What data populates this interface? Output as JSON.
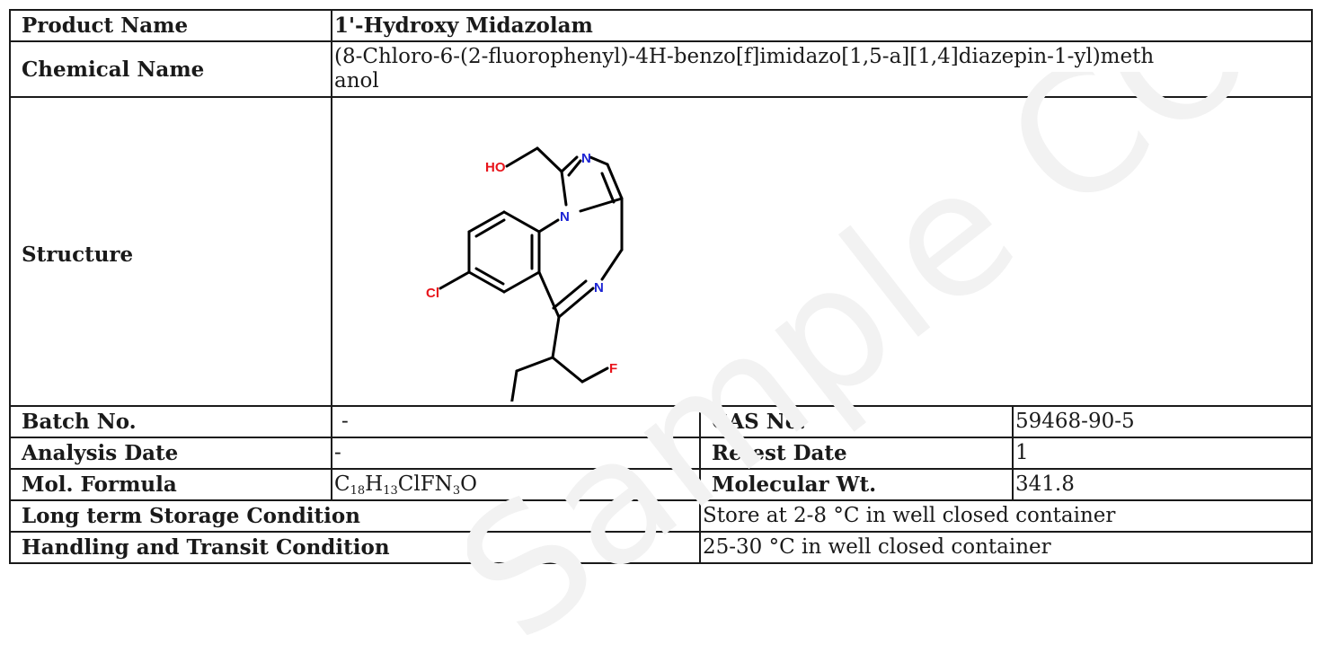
{
  "product": {
    "label": "Product Name",
    "value": "1'-Hydroxy Midazolam"
  },
  "chemical": {
    "label": "Chemical Name",
    "value": "(8-Chloro-6-(2-fluorophenyl)-4H-benzo[f]imidazo[1,5-a][1,4]diazepin-1-yl)methanol"
  },
  "structure": {
    "label": "Structure",
    "atoms": {
      "ho": "HO",
      "n1": "N",
      "n2": "N",
      "n3": "N",
      "cl": "Cl",
      "f": "F"
    },
    "colors": {
      "oxygen": "#e8141b",
      "nitrogen": "#1c24d4",
      "halogen_cl": "#e8141b",
      "halogen_f": "#e8141b",
      "bond": "#000000"
    }
  },
  "batch": {
    "label": "Batch No.",
    "value": "-"
  },
  "cas": {
    "label": "CAS No.",
    "value": "59468-90-5"
  },
  "analysis_date": {
    "label": "Analysis Date",
    "value": "-"
  },
  "retest_date": {
    "label": "Retest Date",
    "value": "1"
  },
  "formula": {
    "label": "Mol. Formula",
    "parts": {
      "c": "C",
      "c_n": "18",
      "h": "H",
      "h_n": "13",
      "mid": "ClFN",
      "n_n": "3",
      "o": "O"
    }
  },
  "mol_wt": {
    "label": "Molecular Wt.",
    "value": "341.8"
  },
  "storage": {
    "label": "Long term Storage Condition",
    "value": "Store at 2-8 °C in well closed container"
  },
  "handling": {
    "label": "Handling and Transit Condition",
    "value": "25-30 °C in well closed container"
  },
  "watermark": {
    "text": "Sample COA"
  }
}
